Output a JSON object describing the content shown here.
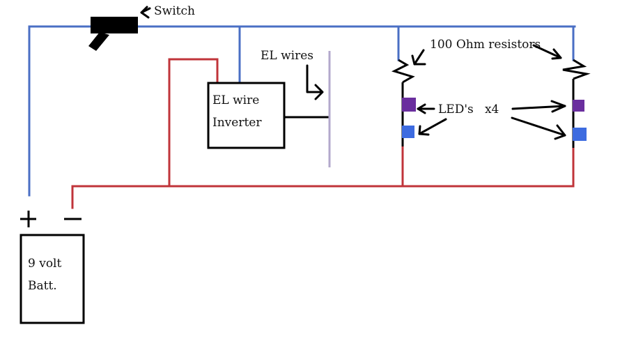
{
  "colors": {
    "positive_wire": "#4a6fc4",
    "negative_wire": "#c0343a",
    "component_outline": "#000000",
    "el_wire": "#b3a8cc",
    "led_purple": "#6a2e9e",
    "led_blue": "#3d6be0"
  },
  "labels": {
    "switch": "Switch",
    "el_wires": "EL wires",
    "inverter_line1": "EL wire",
    "inverter_line2": "Inverter",
    "resistors": "100 Ohm resistors",
    "leds": "LED's   x4",
    "battery_line1": "9 volt",
    "battery_line2": "Batt.",
    "plus": "+",
    "minus": "−"
  }
}
